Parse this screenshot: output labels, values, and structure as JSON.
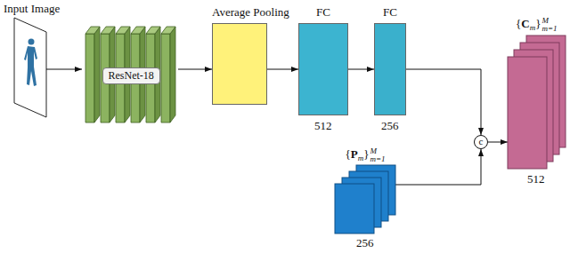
{
  "diagram": {
    "nodes": [
      {
        "text": [
          "Input Image"
        ]
      },
      {
        "text": [
          "ResNet-18"
        ]
      },
      {
        "text": [
          "Average Pooling"
        ]
      },
      {
        "text": [
          "FC",
          "512"
        ]
      },
      {
        "text": [
          "FC",
          "256"
        ]
      },
      {
        "text": [
          "{",
          "P",
          "m",
          "}",
          "M",
          "m=1",
          "256"
        ]
      },
      {
        "text": [
          "c"
        ]
      },
      {
        "text": [
          "{",
          "C",
          "m",
          "}",
          "M",
          "m=1",
          "512"
        ]
      }
    ],
    "edges": [
      {
        "from": 0,
        "to": 1,
        "arrow": "to"
      },
      {
        "from": 1,
        "to": 2,
        "arrow": "to"
      },
      {
        "from": 2,
        "to": 3,
        "arrow": "to"
      },
      {
        "from": 3,
        "to": 4,
        "arrow": "to"
      },
      {
        "from": 4,
        "to": 6,
        "arrow": "to"
      },
      {
        "from": 5,
        "to": 6,
        "arrow": "to"
      },
      {
        "from": 6,
        "to": 7,
        "arrow": "to"
      }
    ]
  }
}
